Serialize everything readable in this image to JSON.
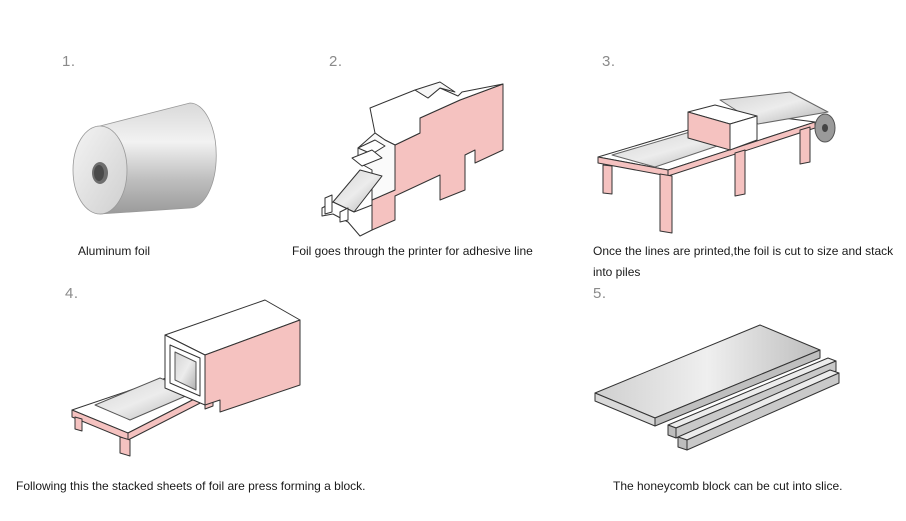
{
  "steps": [
    {
      "number": "1.",
      "caption": "Aluminum foil",
      "illustration": "aluminum-foil-roll"
    },
    {
      "number": "2.",
      "caption": "Foil goes through the printer for adhesive line",
      "illustration": "adhesive-line-printer"
    },
    {
      "number": "3.",
      "caption_line1": "Once the lines are printed,the foil is cut to size and stack",
      "caption_line2": "into piles",
      "illustration": "cutting-table"
    },
    {
      "number": "4.",
      "caption": "Following this the stacked sheets of foil are press forming a block.",
      "illustration": "press-machine"
    },
    {
      "number": "5.",
      "caption": "The honeycomb block can be cut into slice.",
      "illustration": "honeycomb-block-slices"
    }
  ],
  "colors": {
    "pink": "#f5c2c0",
    "metal_light": "#e6e6e6",
    "metal_dark": "#8c8c8c",
    "outline": "#333333"
  }
}
